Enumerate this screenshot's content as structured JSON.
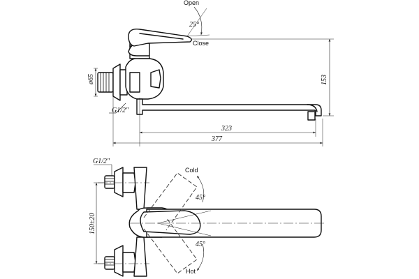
{
  "drawing": {
    "side_view": {
      "label_open": "Open",
      "label_close": "Close",
      "angle_lever": "25°",
      "dim_diameter": "ø65",
      "dim_thread": "G1/2\"",
      "dim_height": "153",
      "dim_spout": "323",
      "dim_overall": "377"
    },
    "top_view": {
      "dim_thread": "G1/2\"",
      "dim_spacing": "150±20",
      "label_cold": "Cold",
      "label_hot": "Hot",
      "angle_cold": "45°",
      "angle_hot": "45°"
    }
  }
}
